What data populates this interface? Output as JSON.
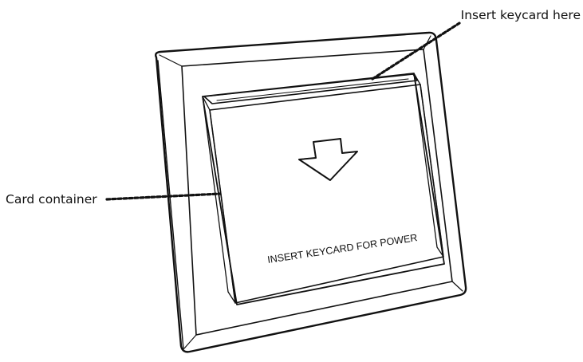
{
  "callouts": {
    "insert_label": "Insert keycard here",
    "container_label": "Card container"
  },
  "device": {
    "panel_text": "INSERT KEYCARD FOR POWER",
    "icon": "down-arrow-icon"
  },
  "colors": {
    "line": "#111111",
    "background": "#ffffff"
  }
}
